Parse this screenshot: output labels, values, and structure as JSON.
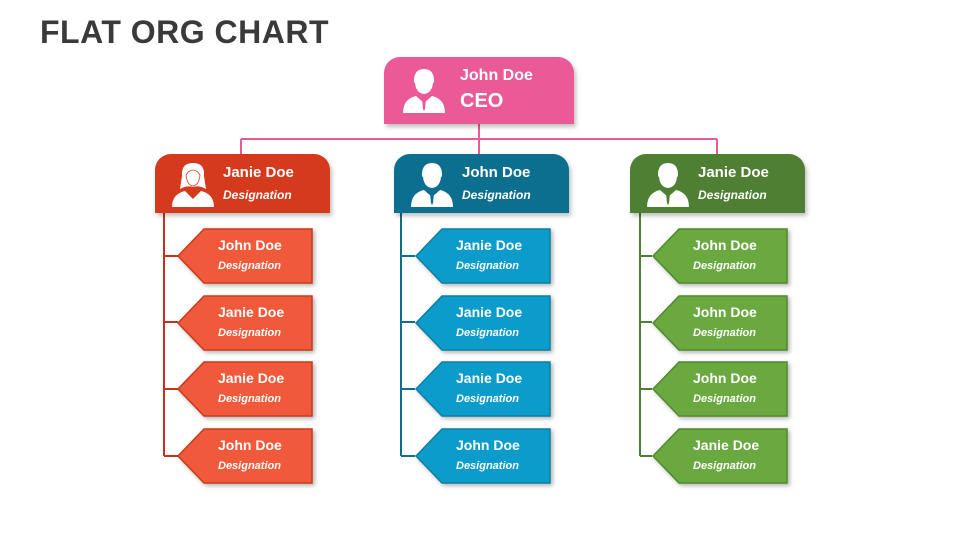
{
  "title": "FLAT ORG CHART",
  "colors": {
    "ceo": "#e95a96",
    "connector_top": "#e95a96",
    "columns": [
      {
        "head": "#d63a1c",
        "card": "#f05a3a",
        "card_border": "#c83a1c",
        "line": "#c8321a"
      },
      {
        "head": "#0d6f8f",
        "card": "#0b9ccb",
        "card_border": "#0a7fa6",
        "line": "#0d6f8f"
      },
      {
        "head": "#4f7f33",
        "card": "#6aa940",
        "card_border": "#4f8a2c",
        "line": "#4f7f33"
      }
    ]
  },
  "ceo": {
    "name": "John Doe",
    "role": "CEO",
    "icon": "man-icon"
  },
  "departments": [
    {
      "head": {
        "name": "Janie Doe",
        "designation": "Designation",
        "icon": "woman-icon"
      },
      "members": [
        {
          "name": "John Doe",
          "designation": "Designation"
        },
        {
          "name": "Janie Doe",
          "designation": "Designation"
        },
        {
          "name": "Janie Doe",
          "designation": "Designation"
        },
        {
          "name": "John Doe",
          "designation": "Designation"
        }
      ]
    },
    {
      "head": {
        "name": "John Doe",
        "designation": "Designation",
        "icon": "man-icon"
      },
      "members": [
        {
          "name": "Janie Doe",
          "designation": "Designation"
        },
        {
          "name": "Janie Doe",
          "designation": "Designation"
        },
        {
          "name": "Janie Doe",
          "designation": "Designation"
        },
        {
          "name": "John Doe",
          "designation": "Designation"
        }
      ]
    },
    {
      "head": {
        "name": "Janie Doe",
        "designation": "Designation",
        "icon": "man-icon"
      },
      "members": [
        {
          "name": "John Doe",
          "designation": "Designation"
        },
        {
          "name": "John Doe",
          "designation": "Designation"
        },
        {
          "name": "John Doe",
          "designation": "Designation"
        },
        {
          "name": "Janie Doe",
          "designation": "Designation"
        }
      ]
    }
  ]
}
